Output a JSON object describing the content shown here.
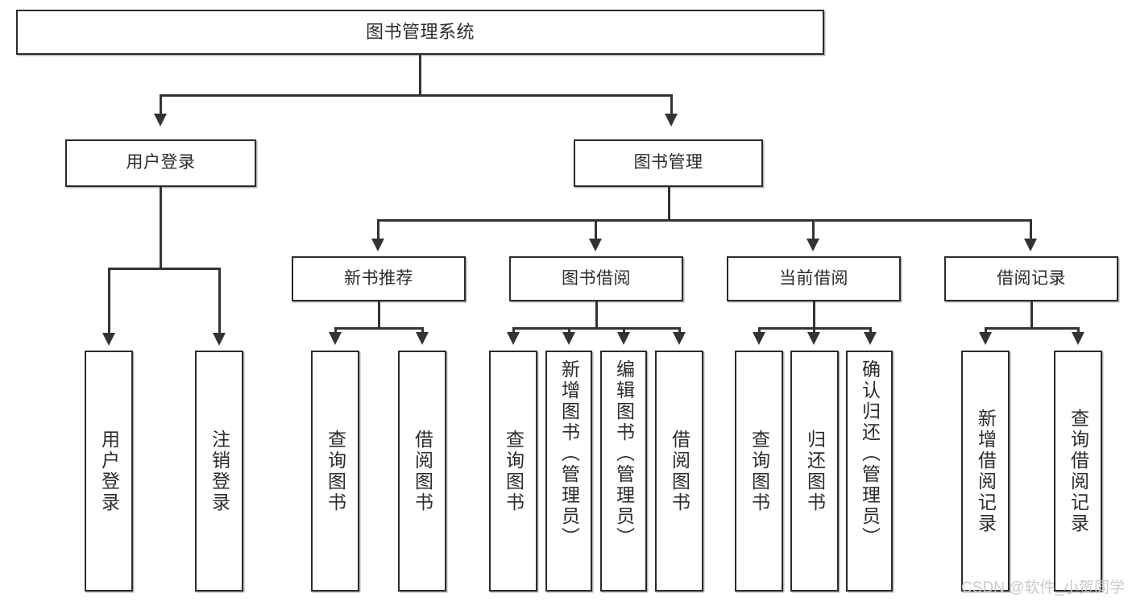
{
  "diagram": {
    "type": "tree",
    "title": "图书管理系统",
    "root": {
      "label": "图书管理系统"
    },
    "level2": [
      {
        "label": "用户登录"
      },
      {
        "label": "图书管理"
      }
    ],
    "level3": [
      {
        "label": "新书推荐"
      },
      {
        "label": "图书借阅"
      },
      {
        "label": "当前借阅"
      },
      {
        "label": "借阅记录"
      }
    ],
    "leaves": {
      "user_login": [
        {
          "label": "用户登录"
        },
        {
          "label": "注销登录"
        }
      ],
      "new_book": [
        {
          "label": "查询图书"
        },
        {
          "label": "借阅图书"
        }
      ],
      "borrow": [
        {
          "label": "查询图书"
        },
        {
          "label": "新增图书（管理员）"
        },
        {
          "label": "编辑图书（管理员）"
        },
        {
          "label": "借阅图书"
        }
      ],
      "current": [
        {
          "label": "查询图书"
        },
        {
          "label": "归还图书"
        },
        {
          "label": "确认归还（管理员）"
        }
      ],
      "records": [
        {
          "label": "新增借阅记录"
        },
        {
          "label": "查询借阅记录"
        }
      ]
    }
  },
  "watermark": {
    "text": "CSDN @软件_小贺同学"
  },
  "colors": {
    "stroke": "#2b2b2b",
    "line": "#333333",
    "background": "#ffffff",
    "watermark": "#c9c9c9"
  }
}
